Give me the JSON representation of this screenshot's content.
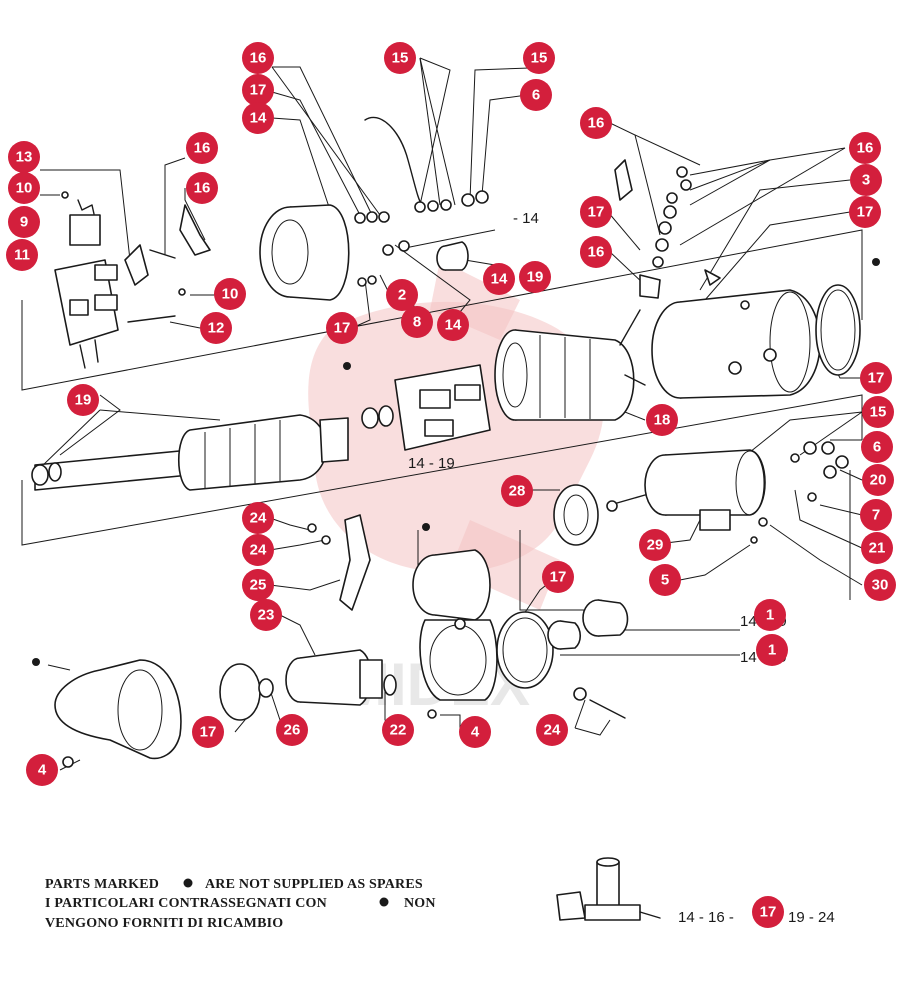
{
  "watermark": {
    "text": "MIDEX"
  },
  "badges": [
    {
      "id": "b1",
      "label": "16"
    },
    {
      "id": "b2",
      "label": "17"
    },
    {
      "id": "b3",
      "label": "14"
    },
    {
      "id": "b4",
      "label": "15"
    },
    {
      "id": "b5",
      "label": "15"
    },
    {
      "id": "b6",
      "label": "6"
    },
    {
      "id": "b7",
      "label": "13"
    },
    {
      "id": "b8",
      "label": "16"
    },
    {
      "id": "b9",
      "label": "10"
    },
    {
      "id": "b10",
      "label": "16"
    },
    {
      "id": "b11",
      "label": "9"
    },
    {
      "id": "b12",
      "label": "11"
    },
    {
      "id": "b13",
      "label": "10"
    },
    {
      "id": "b14",
      "label": "12"
    },
    {
      "id": "b15",
      "label": "16"
    },
    {
      "id": "b16",
      "label": "17"
    },
    {
      "id": "b17",
      "label": "16"
    },
    {
      "id": "b18",
      "label": "16"
    },
    {
      "id": "b19",
      "label": "3"
    },
    {
      "id": "b20",
      "label": "17"
    },
    {
      "id": "b21",
      "label": "14"
    },
    {
      "id": "b22",
      "label": "19"
    },
    {
      "id": "b23",
      "label": "2"
    },
    {
      "id": "b24",
      "label": "17"
    },
    {
      "id": "b25",
      "label": "8"
    },
    {
      "id": "b26",
      "label": "14"
    },
    {
      "id": "b27",
      "label": "19"
    },
    {
      "id": "b28",
      "label": "18"
    },
    {
      "id": "b29",
      "label": "17"
    },
    {
      "id": "b30",
      "label": "15"
    },
    {
      "id": "b31",
      "label": "6"
    },
    {
      "id": "b32",
      "label": "20"
    },
    {
      "id": "b33",
      "label": "7"
    },
    {
      "id": "b34",
      "label": "28"
    },
    {
      "id": "b35",
      "label": "24"
    },
    {
      "id": "b36",
      "label": "24"
    },
    {
      "id": "b37",
      "label": "29"
    },
    {
      "id": "b38",
      "label": "21"
    },
    {
      "id": "b39",
      "label": "25"
    },
    {
      "id": "b40",
      "label": "5"
    },
    {
      "id": "b41",
      "label": "17"
    },
    {
      "id": "b42",
      "label": "30"
    },
    {
      "id": "b43",
      "label": "23"
    },
    {
      "id": "b44",
      "label": "17"
    },
    {
      "id": "b45",
      "label": "26"
    },
    {
      "id": "b46",
      "label": "22"
    },
    {
      "id": "b47",
      "label": "4"
    },
    {
      "id": "b48",
      "label": "24"
    },
    {
      "id": "b49",
      "label": "4"
    },
    {
      "id": "b50",
      "label": "1"
    },
    {
      "id": "b51",
      "label": "1"
    },
    {
      "id": "b52",
      "label": "17"
    }
  ],
  "printed_labels": {
    "t1": "- 14",
    "t2": "14 - 19",
    "t3": "14 - 19",
    "t4": "14 - 19",
    "t5": "14 - 16 -",
    "t6": "19 - 24"
  },
  "legend": {
    "line1_before": "PARTS MARKED",
    "line1_after": "ARE NOT SUPPLIED AS SPARES",
    "line2_before": "I PARTICOLARI CONTRASSEGNATI CON",
    "line2_after": "NON",
    "line3": "VENGONO FORNITI DI RICAMBIO"
  },
  "colors": {
    "badge": "#d31f3c",
    "ink": "#1a1a1a",
    "watermark": "#f4c2c2"
  }
}
